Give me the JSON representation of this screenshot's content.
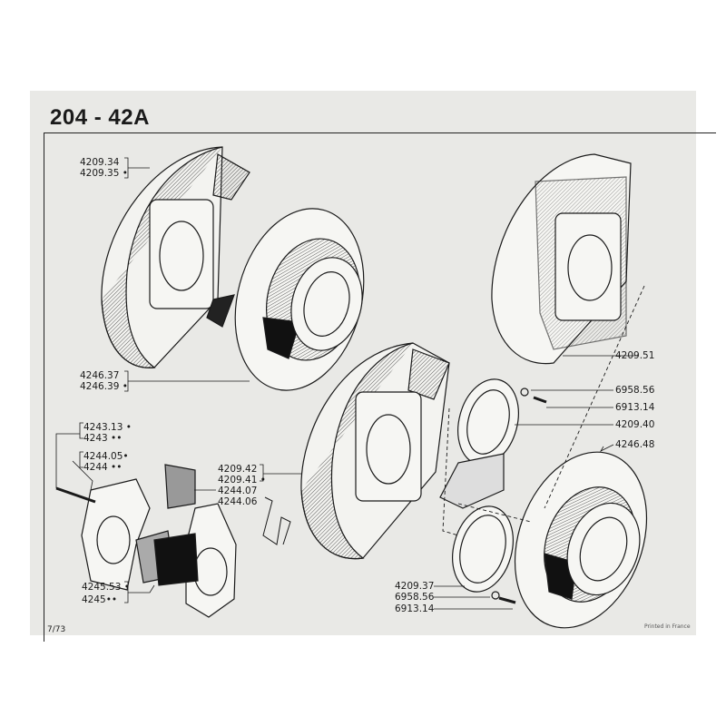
{
  "title": "204 - 42A",
  "labels": {
    "shield_rear": [
      "4209.34",
      "4209.35 •"
    ],
    "disc_rear": [
      "4246.37",
      "4246.39 •"
    ],
    "bolt": [
      "4243.13 •",
      "4243 ••"
    ],
    "pin": [
      "4244.05•",
      "4244 ••"
    ],
    "shield_front": [
      "4209.42",
      "4209.41 •"
    ],
    "pad_spring": [
      "4244.07",
      "4244.06"
    ],
    "pads": [
      "4245.53 •",
      "4245••"
    ],
    "shield_right": "4209.51",
    "washer_top": "6958.56",
    "screw_top": "6913.14",
    "bracket": "4209.40",
    "disc_right": "4246.48",
    "ring": "4209.37",
    "washer_bottom": "6958.56",
    "screw_bottom": "6913.14"
  },
  "footer": {
    "page_code": "7/73",
    "printed": "Printed in France"
  }
}
